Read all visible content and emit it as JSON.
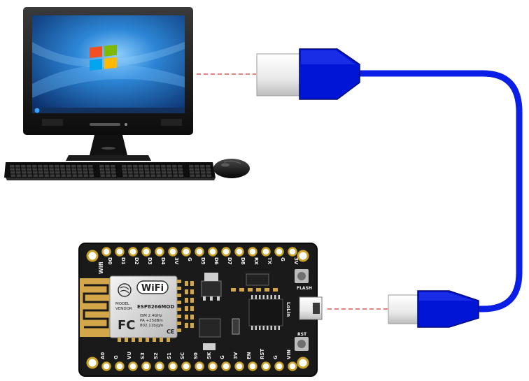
{
  "colors": {
    "cable": "#0a1ee6",
    "connector_body": "#0015d6",
    "connector_metal": "#f2f2f2",
    "dashed_link": "#d23c32",
    "board": "#1a1a1a",
    "screen": "#1f6fc6",
    "gold": "#c9a227"
  },
  "board": {
    "top_pins": [
      "D0",
      "D1",
      "D2",
      "D3",
      "D4",
      "3V",
      "G",
      "D5",
      "D6",
      "D7",
      "D8",
      "RX",
      "TX",
      "G",
      "3V"
    ],
    "bottom_pins": [
      "A0",
      "G",
      "VU",
      "S3",
      "S2",
      "S1",
      "SC",
      "S0",
      "SK",
      "G",
      "3V",
      "EN",
      "RST",
      "G",
      "VIN"
    ],
    "wifi_badge": "WiFi",
    "module_text": [
      "MODEL",
      "VENDOR",
      "ESP8266MOD",
      "ISM 2.4GHz",
      "PA +25dBm",
      "802.11b/g/n"
    ],
    "fcc_mark": "FC",
    "ce_mark": "CE",
    "brand": "LoLin",
    "flash_label": "FLASH",
    "rst_label": "RST",
    "corner_label": "Wifi"
  },
  "icons": {
    "computer": "desktop-computer-icon",
    "keyboard": "keyboard-icon",
    "mouse": "mouse-icon",
    "windows_logo": "windows-logo-icon",
    "usb_cable": "usb-cable-icon"
  }
}
